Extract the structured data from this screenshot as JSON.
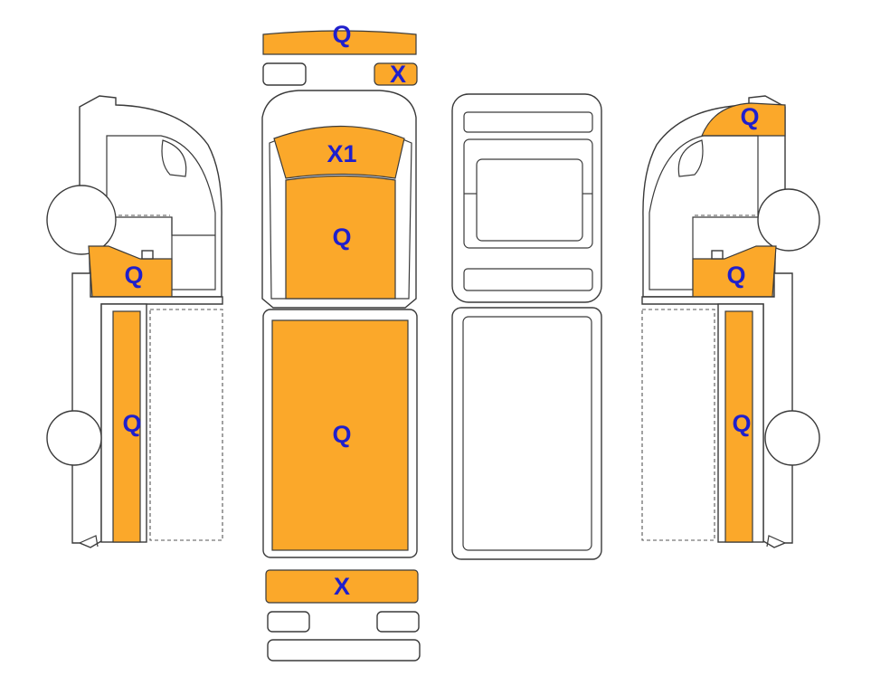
{
  "colors": {
    "zone_fill": "#FBA82A",
    "label_color": "#1F1FCC",
    "outline": "#3a3a3a",
    "background": "#ffffff"
  },
  "zones": {
    "roof_top_strip": "Q",
    "roof_small_right": "X",
    "windshield": "X1",
    "hood": "Q",
    "roof_main": "Q",
    "rear_bumper": "X",
    "left_cab_door": "Q",
    "left_body_side": "Q",
    "right_cab_top": "Q",
    "right_cab_door": "Q",
    "right_body_side": "Q"
  }
}
